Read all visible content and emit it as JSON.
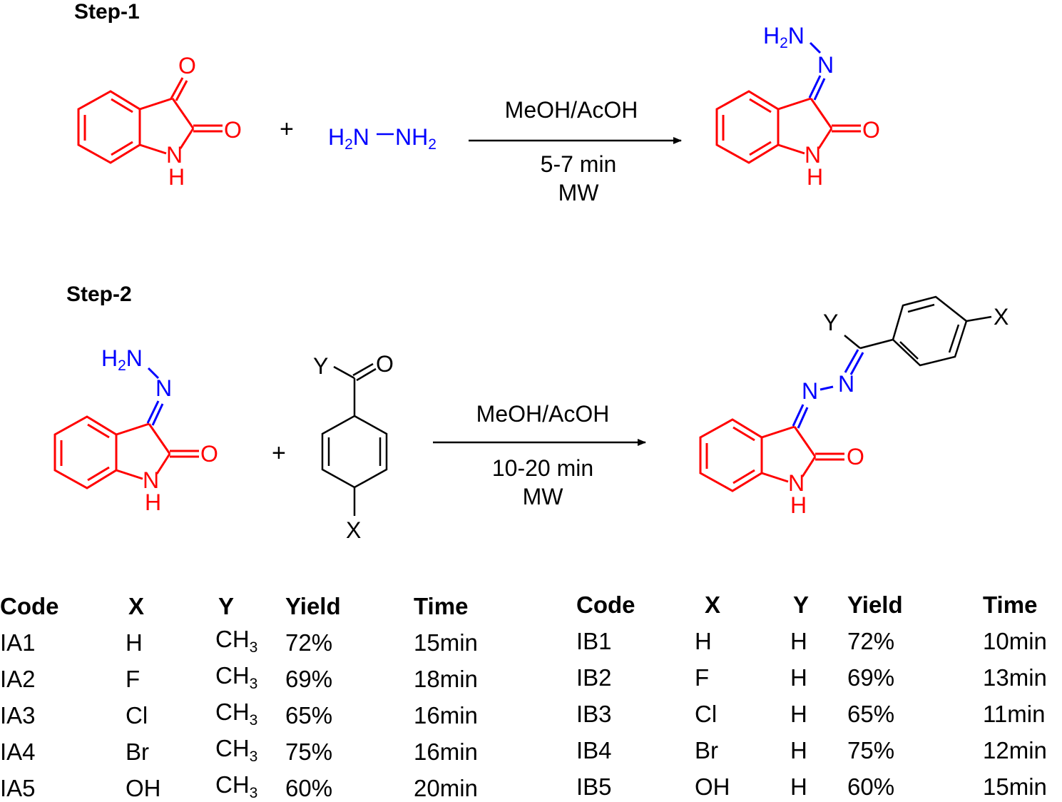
{
  "step1": {
    "title": "Step-1",
    "plus": "+",
    "reagent_hydrazine": "H2N−NH2",
    "conditions": [
      "MeOH/AcOH",
      "5-7 min",
      "MW"
    ]
  },
  "step2": {
    "title": "Step-2",
    "plus": "+",
    "conditions": [
      "MeOH/AcOH",
      "10-20 min",
      "MW"
    ]
  },
  "atoms": {
    "O": "O",
    "N": "N",
    "H": "H",
    "X": "X",
    "Y": "Y",
    "H2N": "H2N"
  },
  "colors": {
    "isatin_core": "#ff0000",
    "hydrazine": "#0000ff",
    "aryl": "#000000"
  },
  "tableA": {
    "headers": [
      "Code",
      "X",
      "Y",
      "Yield",
      "Time"
    ],
    "rows": [
      {
        "code": "IA1",
        "x": "H",
        "y": "CH3",
        "yield": "72%",
        "time": "15min"
      },
      {
        "code": "IA2",
        "x": "F",
        "y": "CH3",
        "yield": "69%",
        "time": "18min"
      },
      {
        "code": "IA3",
        "x": "Cl",
        "y": "CH3",
        "yield": "65%",
        "time": "16min"
      },
      {
        "code": "IA4",
        "x": "Br",
        "y": "CH3",
        "yield": "75%",
        "time": "16min"
      },
      {
        "code": "IA5",
        "x": "OH",
        "y": "CH3",
        "yield": "60%",
        "time": "20min"
      }
    ]
  },
  "tableB": {
    "headers": [
      "Code",
      "X",
      "Y",
      "Yield",
      "Time"
    ],
    "rows": [
      {
        "code": "IB1",
        "x": "H",
        "y": "H",
        "yield": "72%",
        "time": "10min"
      },
      {
        "code": "IB2",
        "x": "F",
        "y": "H",
        "yield": "69%",
        "time": "13min"
      },
      {
        "code": "IB3",
        "x": "Cl",
        "y": "H",
        "yield": "65%",
        "time": "11min"
      },
      {
        "code": "IB4",
        "x": "Br",
        "y": "H",
        "yield": "75%",
        "time": "12min"
      },
      {
        "code": "IB5",
        "x": "OH",
        "y": "H",
        "yield": "60%",
        "time": "15min"
      }
    ]
  }
}
